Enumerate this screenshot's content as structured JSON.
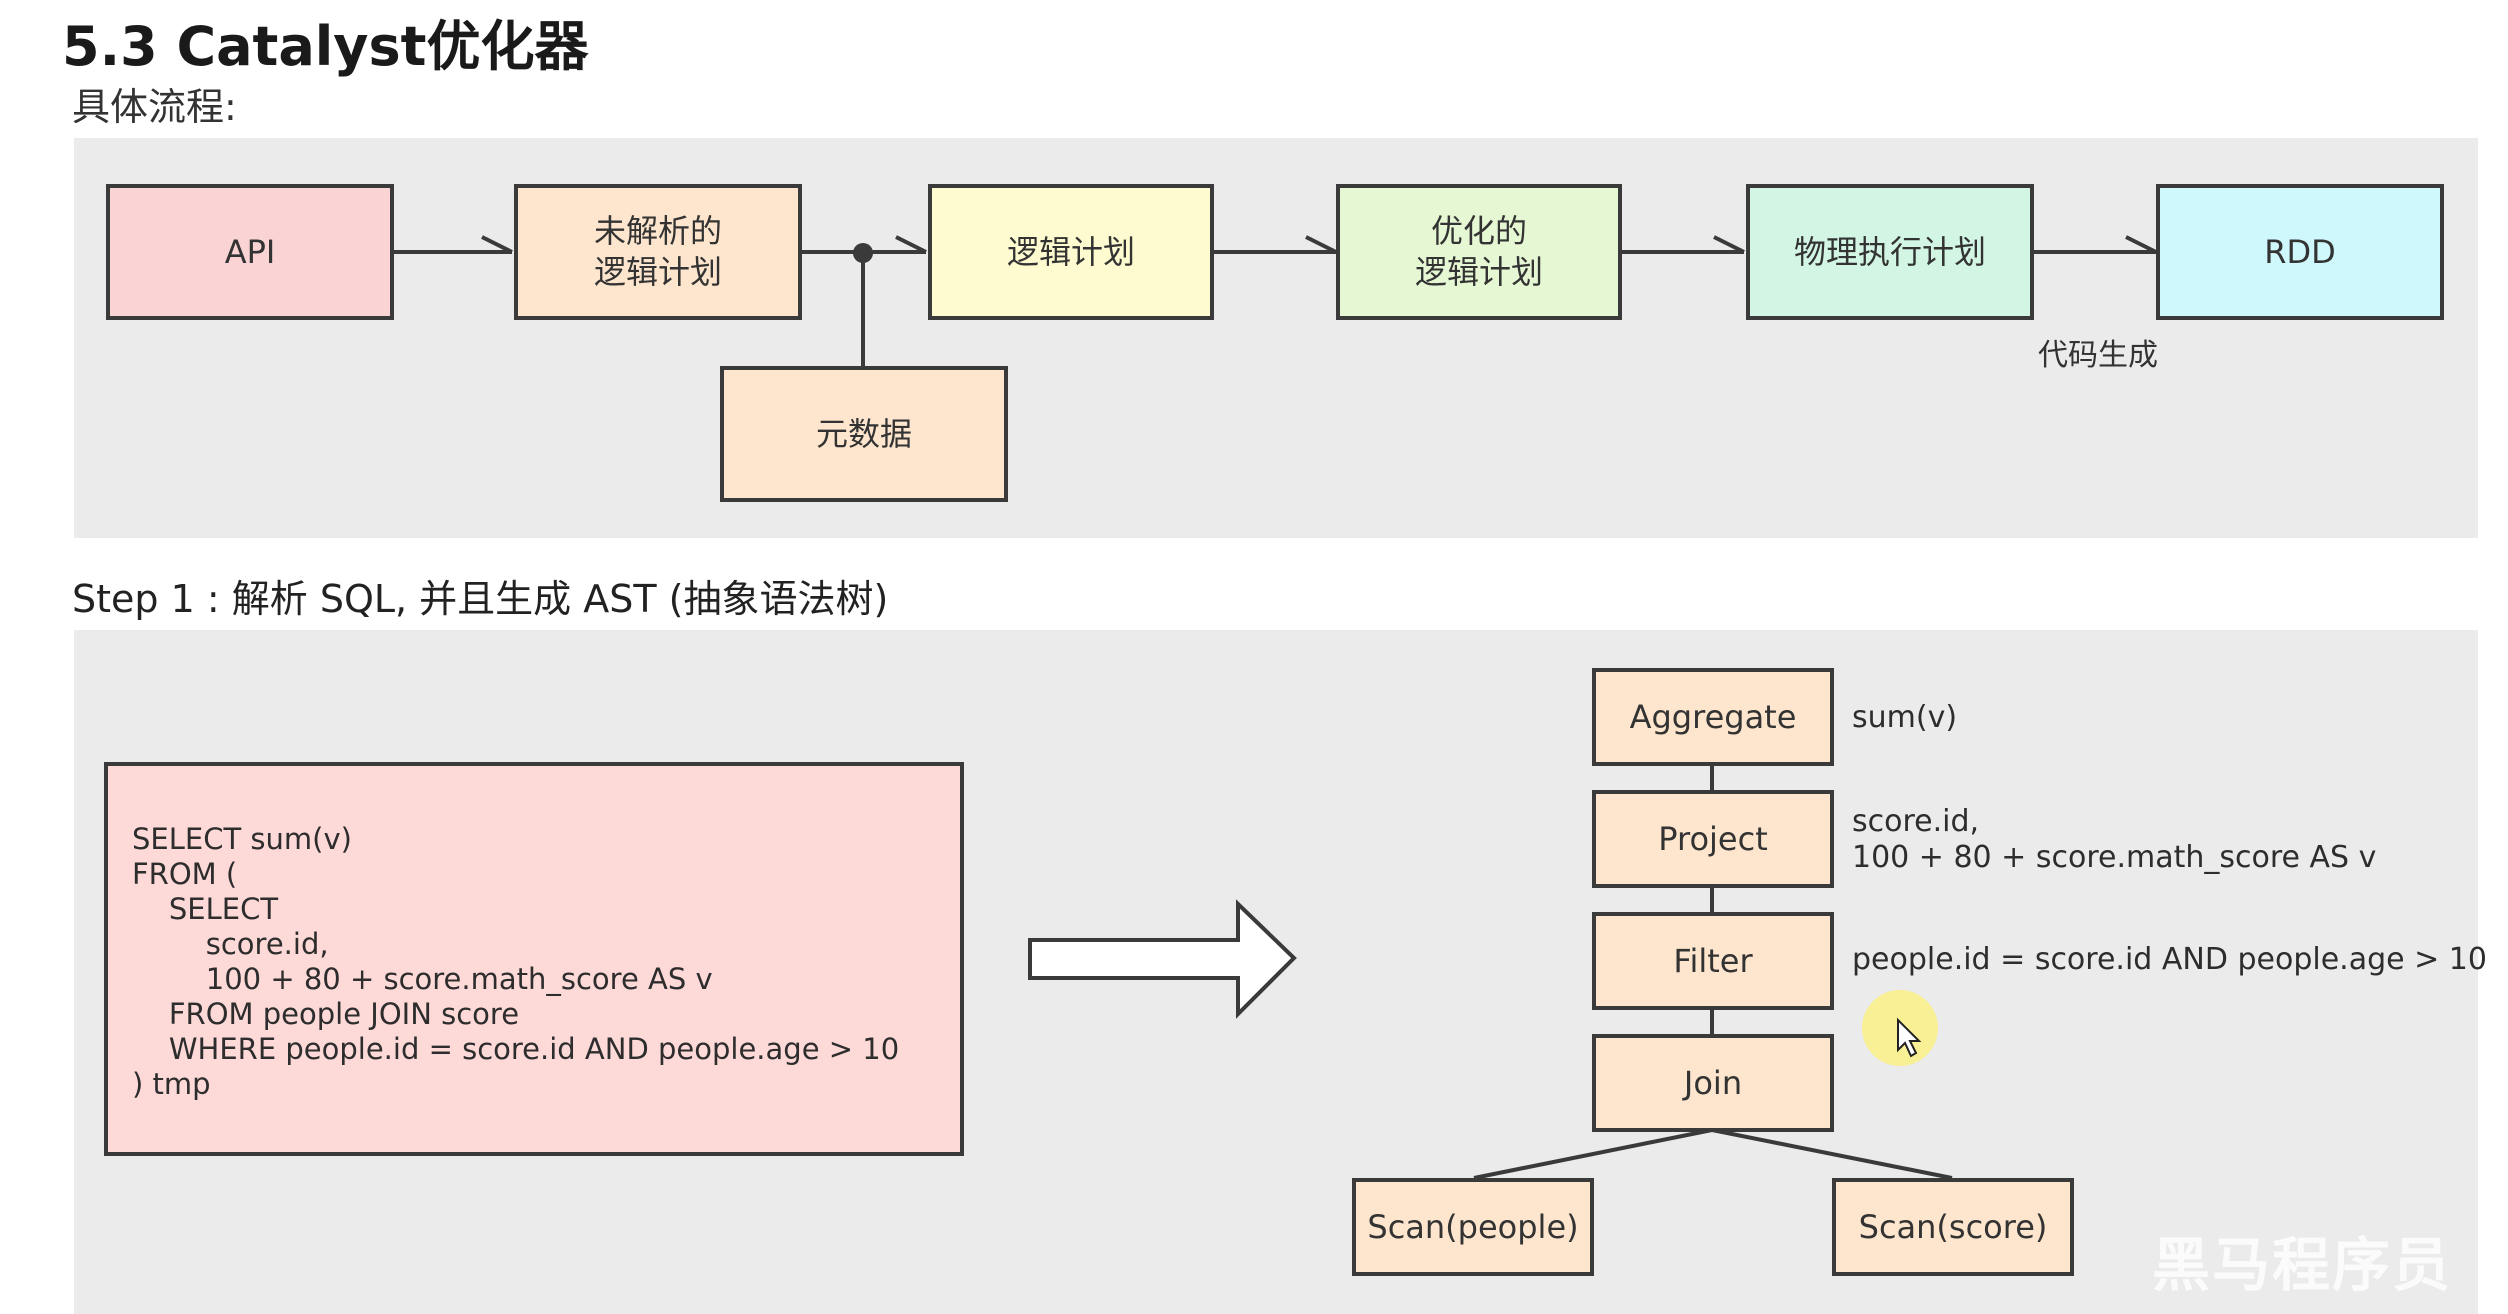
{
  "title": "5.3 Catalyst优化器",
  "subtitle": "具体流程:",
  "flow": {
    "boxes": [
      {
        "id": "api",
        "label": "API"
      },
      {
        "id": "unresolved",
        "label": "未解析的\n逻辑计划"
      },
      {
        "id": "logical",
        "label": "逻辑计划"
      },
      {
        "id": "optimized",
        "label": "优化的\n逻辑计划"
      },
      {
        "id": "physical",
        "label": "物理执行计划"
      },
      {
        "id": "rdd",
        "label": "RDD"
      },
      {
        "id": "metadata",
        "label": "元数据"
      }
    ],
    "edge_label": "代码生成"
  },
  "step1": {
    "heading": "Step 1 : 解析 SQL, 并且生成 AST (抽象语法树)",
    "sql_lines": [
      "SELECT sum(v)",
      "FROM (",
      "    SELECT",
      "        score.id,",
      "        100 + 80 + score.math_score AS v",
      "    FROM people JOIN score",
      "    WHERE people.id = score.id AND people.age > 10",
      ") tmp"
    ],
    "tree": {
      "nodes": {
        "aggregate": "Aggregate",
        "project": "Project",
        "filter": "Filter",
        "join": "Join",
        "scan_people": "Scan(people)",
        "scan_score": "Scan(score)"
      },
      "annotations": {
        "aggregate": "sum(v)",
        "project": "score.id,\n100 + 80 + score.math_score AS v",
        "filter": "people.id = score.id AND people.age > 10"
      }
    }
  },
  "watermark": "黑马程序员"
}
